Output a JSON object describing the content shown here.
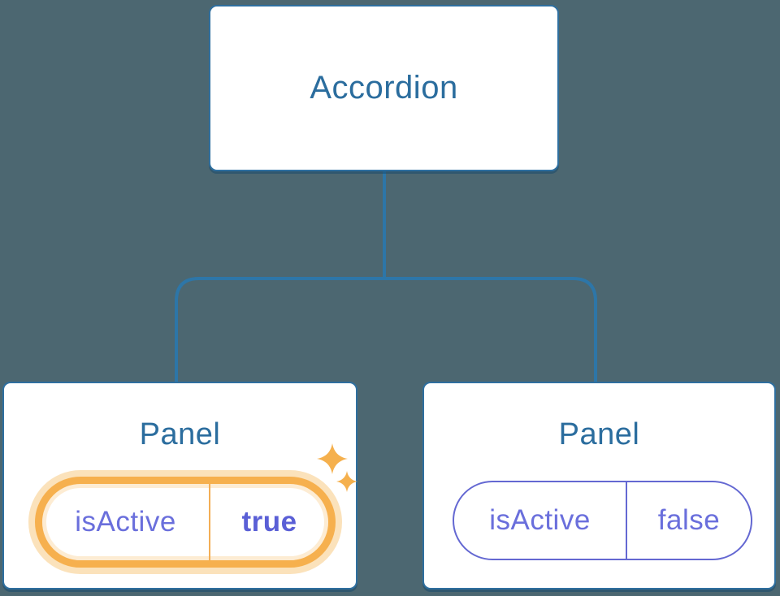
{
  "colors": {
    "background": "#4C6771",
    "node_border_blue": "#2F6F9F",
    "connector_blue": "#2D76A8",
    "label_blue": "#2B6D9E",
    "state_purple": "#6A6FDC",
    "state_value_active_purple": "#5A5FD6",
    "highlight_orange": "#F6B04E",
    "highlight_glow": "#FBE2BB"
  },
  "tree": {
    "root": {
      "label": "Accordion"
    },
    "children": [
      {
        "label": "Panel",
        "highlighted": true,
        "icon": "sparkles-icon",
        "state": {
          "name": "isActive",
          "value": "true"
        }
      },
      {
        "label": "Panel",
        "highlighted": false,
        "state": {
          "name": "isActive",
          "value": "false"
        }
      }
    ]
  }
}
